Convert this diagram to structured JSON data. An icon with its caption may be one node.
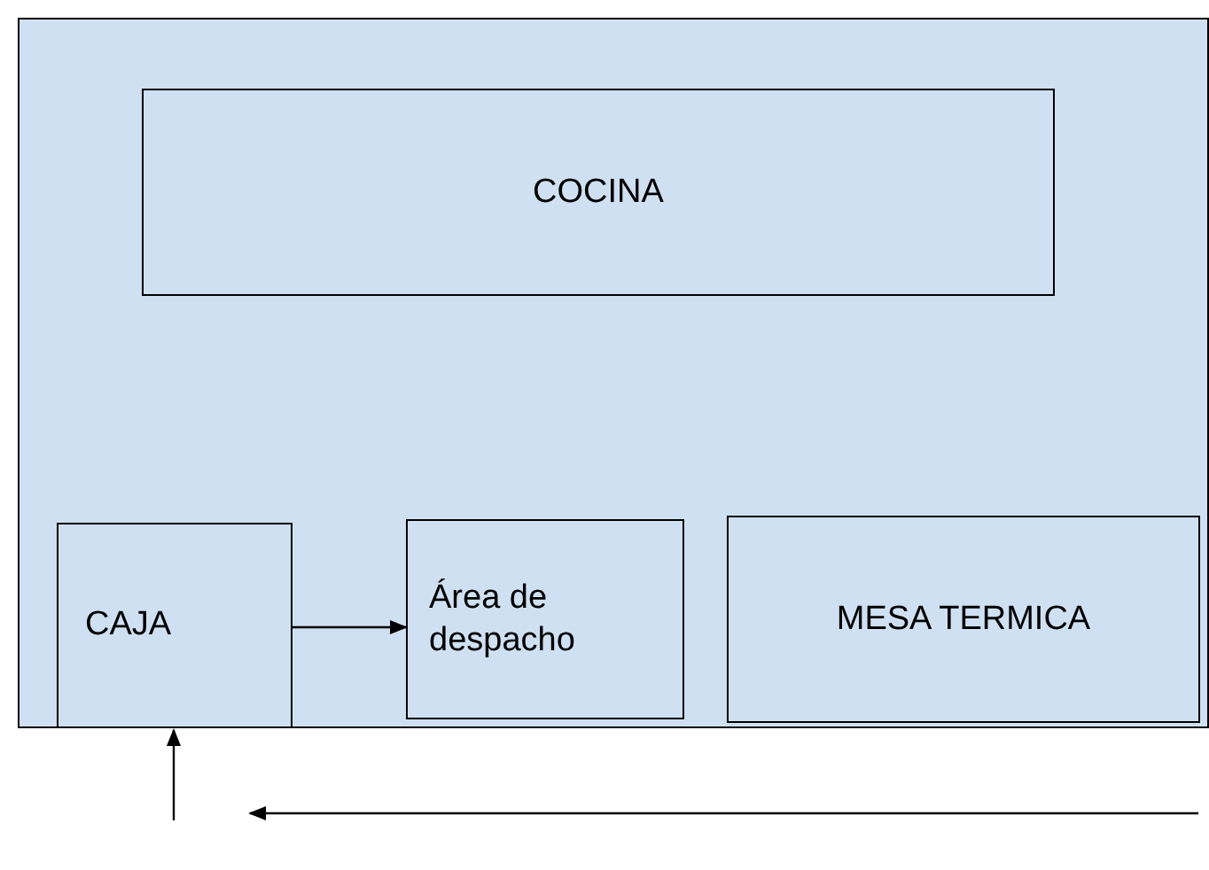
{
  "diagram": {
    "nodes": [
      {
        "text": [],
        "shape": "box"
      },
      {
        "text": [
          "COCINA"
        ],
        "in": 0
      },
      {
        "text": [
          "CAJA"
        ],
        "in": 0
      },
      {
        "text": [
          "Área de despacho"
        ],
        "in": 0
      },
      {
        "text": [
          "MESA TERMICA"
        ],
        "in": 0
      }
    ],
    "edges": [
      {
        "from": 2,
        "to": 3,
        "arrow": "to"
      },
      {
        "from": null,
        "to": 2,
        "arrow": "to"
      }
    ]
  }
}
